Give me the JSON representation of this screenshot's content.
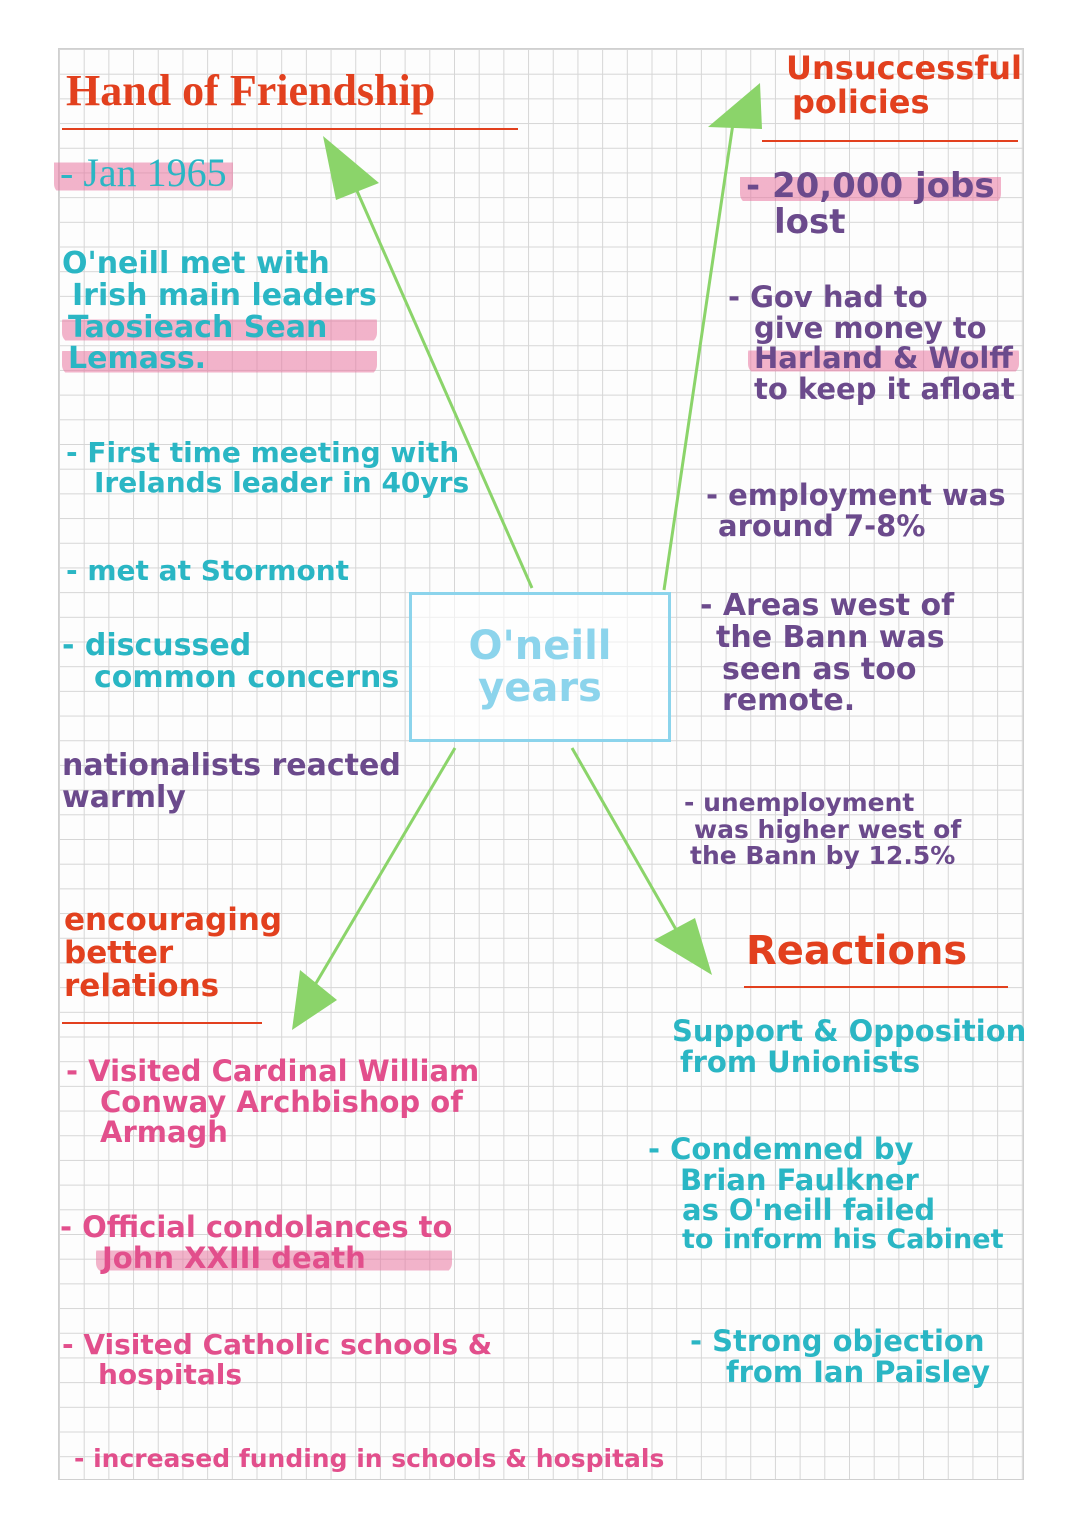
{
  "colors": {
    "heading_red": "#e2401e",
    "teal": "#2ab6c4",
    "purple": "#6b4a8c",
    "pink": "#e24f8c",
    "highlighter_pink": "#e876a0",
    "arrow_green": "#8bd46a",
    "center_box_blue": "#8cd4ec"
  },
  "center": {
    "line1": "O'neill",
    "line2": "years"
  },
  "hand_of_friendship": {
    "title": "Hand of Friendship",
    "date": "- Jan 1965",
    "summary": [
      "O'neill met with",
      "Irish main leaders",
      "Taosieach Sean",
      "Lemass."
    ],
    "points": [
      [
        "- First time meeting with",
        "Irelands leader in 40yrs"
      ],
      [
        "- met at Stormont"
      ],
      [
        "- discussed",
        "common concerns"
      ]
    ],
    "note": [
      "nationalists reacted",
      "warmly"
    ]
  },
  "unsuccessful_policies": {
    "title_line1": "Unsuccessful",
    "title_line2": "policies",
    "points": [
      [
        "- 20,000 jobs",
        "lost"
      ],
      [
        "- Gov had to",
        "give money to",
        "Harland & Wolff",
        "to keep it afloat"
      ],
      [
        "- employment was",
        "around 7-8%"
      ],
      [
        "- Areas west of",
        "the Bann was",
        "seen as too",
        "remote."
      ],
      [
        "- unemployment",
        "was higher west of",
        "the Bann by 12.5%"
      ]
    ]
  },
  "encouraging_better_relations": {
    "title": [
      "encouraging",
      "better",
      "relations"
    ],
    "points": [
      [
        "- Visited Cardinal William",
        "Conway Archbishop of",
        "Armagh"
      ],
      [
        "- Official condolances to",
        "John XXIII death"
      ],
      [
        "- Visited Catholic schools &",
        "hospitals"
      ],
      [
        "- increased funding in schools & hospitals"
      ]
    ]
  },
  "reactions": {
    "title": "Reactions",
    "intro": [
      "Support & Opposition",
      "from Unionists"
    ],
    "points": [
      [
        "- Condemned by",
        "Brian Faulkner",
        "as O'neill failed",
        "to inform his Cabinet"
      ],
      [
        "- Strong objection",
        "from Ian Paisley"
      ]
    ]
  }
}
